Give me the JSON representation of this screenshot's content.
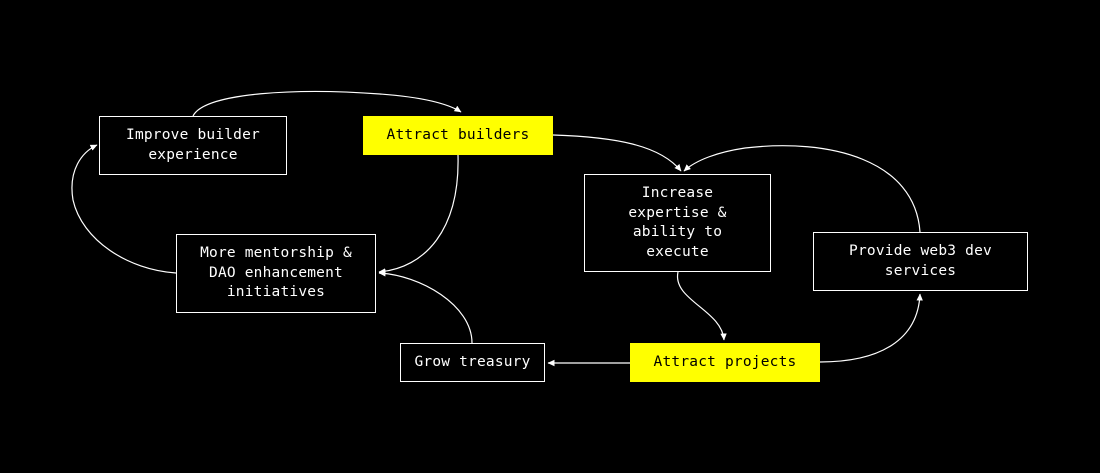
{
  "colors": {
    "background": "#000000",
    "foreground": "#ffffff",
    "highlight": "#ffff00",
    "highlight_text": "#000000"
  },
  "nodes": {
    "improve_builder_experience": "Improve builder\nexperience",
    "attract_builders": "Attract builders",
    "increase_expertise": "Increase\nexpertise &\nability to\nexecute",
    "mentorship_initiatives": "More mentorship &\nDAO enhancement\ninitiatives",
    "provide_web3_dev_services": "Provide web3 dev\nservices",
    "grow_treasury": "Grow treasury",
    "attract_projects": "Attract projects"
  },
  "edges": [
    {
      "from": "improve_builder_experience",
      "to": "attract_builders"
    },
    {
      "from": "attract_builders",
      "to": "increase_expertise"
    },
    {
      "from": "attract_builders",
      "to": "mentorship_initiatives"
    },
    {
      "from": "mentorship_initiatives",
      "to": "improve_builder_experience"
    },
    {
      "from": "increase_expertise",
      "to": "attract_projects"
    },
    {
      "from": "attract_projects",
      "to": "provide_web3_dev_services"
    },
    {
      "from": "provide_web3_dev_services",
      "to": "increase_expertise"
    },
    {
      "from": "attract_projects",
      "to": "grow_treasury"
    },
    {
      "from": "grow_treasury",
      "to": "mentorship_initiatives"
    }
  ]
}
